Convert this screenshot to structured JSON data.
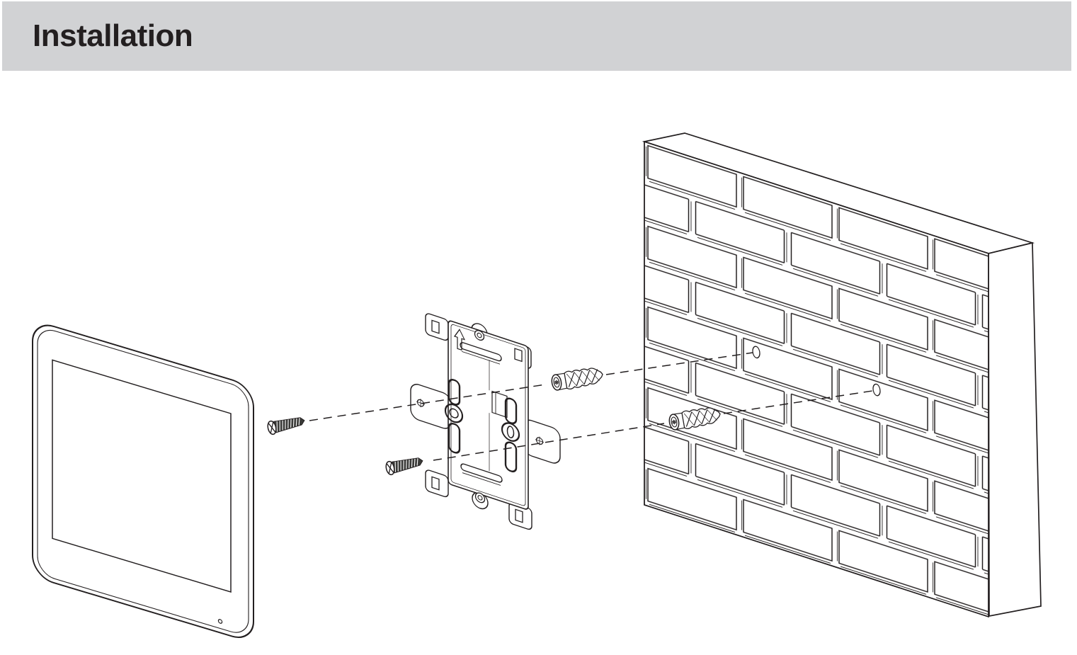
{
  "header": {
    "title": "Installation",
    "background_color": "#d1d2d4",
    "text_color": "#231f20"
  },
  "diagram": {
    "line_color": "#231f20",
    "canvas_background": "#ffffff",
    "parts": [
      "monitor",
      "mounting-screw-upper",
      "mounting-screw-lower",
      "wall-bracket",
      "bracket-up-arrow",
      "wall-anchor-upper",
      "wall-anchor-lower",
      "brick-wall",
      "wall-hole-upper",
      "wall-hole-lower",
      "alignment-line-upper",
      "alignment-line-lower"
    ]
  }
}
